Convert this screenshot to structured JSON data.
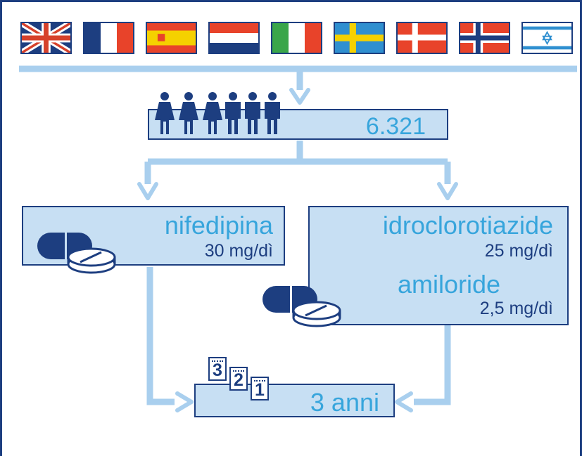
{
  "colors": {
    "dark_blue": "#1d3e80",
    "light_blue": "#37a5dc",
    "box_fill": "#c7dff3",
    "arrow": "#a9cfee"
  },
  "flags": [
    "uk-flag",
    "france-flag",
    "spain-flag",
    "netherlands-flag",
    "italy-flag",
    "sweden-flag",
    "denmark-flag",
    "norway-flag",
    "israel-flag"
  ],
  "patients": {
    "count": "6.321",
    "icons": [
      "female-icon",
      "female-icon",
      "female-icon",
      "male-icon",
      "male-icon",
      "male-icon"
    ]
  },
  "arm_left": {
    "drug": "nifedipina",
    "dose": "30 mg/dì"
  },
  "arm_right": {
    "drug1": "idroclorotiazide",
    "dose1": "25 mg/dì",
    "drug2": "amiloride",
    "dose2": "2,5 mg/dì"
  },
  "calendar": [
    "3",
    "2",
    "1"
  ],
  "duration": "3 anni"
}
